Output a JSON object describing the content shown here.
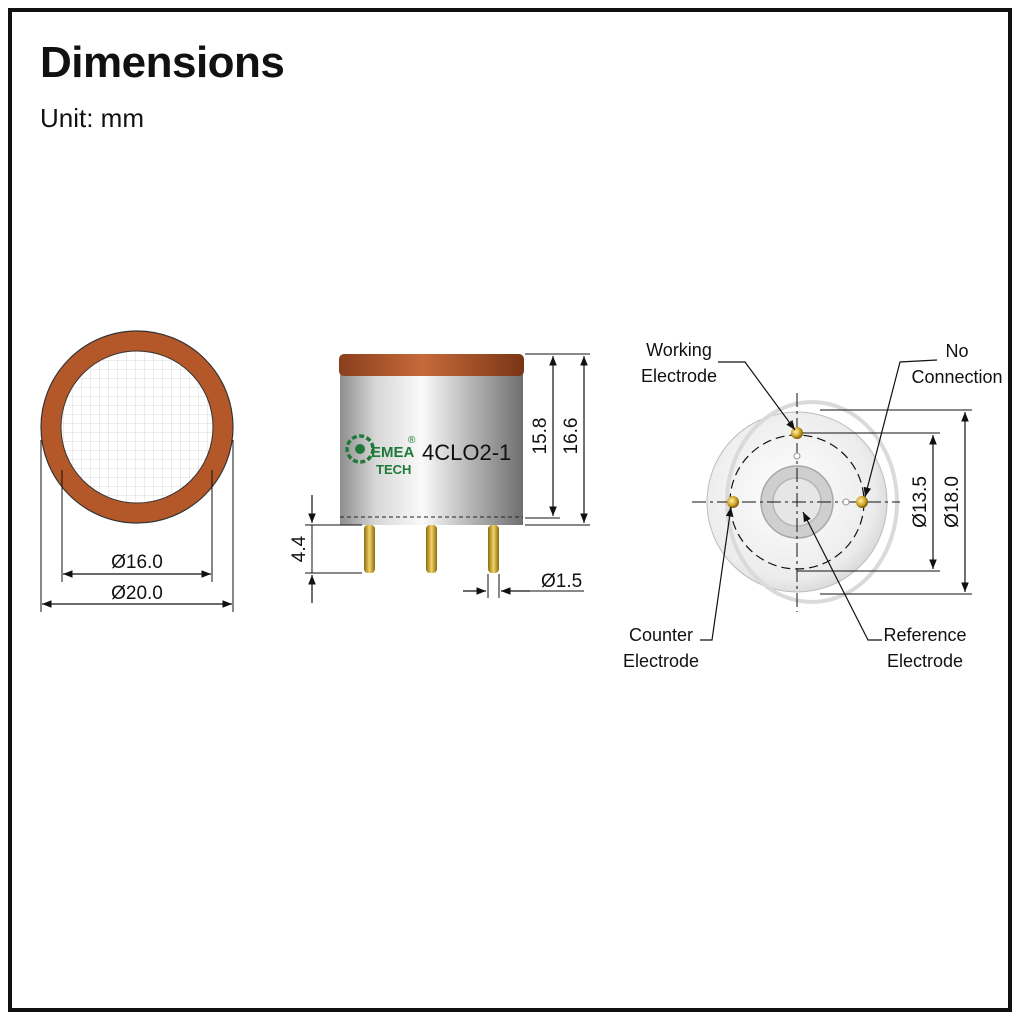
{
  "header": {
    "title": "Dimensions",
    "unit": "Unit: mm"
  },
  "top_view": {
    "inner_diameter": "Ø16.0",
    "outer_diameter": "Ø20.0"
  },
  "side_view": {
    "logo_line1": "EMEA",
    "logo_line2": "TECH",
    "logo_mark": "®",
    "model": "4CLO2-1",
    "body_height": "15.8",
    "total_height": "16.6",
    "pin_length": "4.4",
    "pin_diameter": "Ø1.5"
  },
  "bottom_view": {
    "working_electrode": [
      "Working",
      "Electrode"
    ],
    "no_connection": [
      "No",
      "Connection"
    ],
    "counter_electrode": [
      "Counter",
      "Electrode"
    ],
    "reference_electrode": [
      "Reference",
      "Electrode"
    ],
    "pin_circle_diameter": "Ø13.5",
    "body_diameter": "Ø18.0"
  },
  "colors": {
    "cap_orange": "#b4582a",
    "pin_gold": "#c9a227",
    "logo_green": "#1f7a3a"
  }
}
